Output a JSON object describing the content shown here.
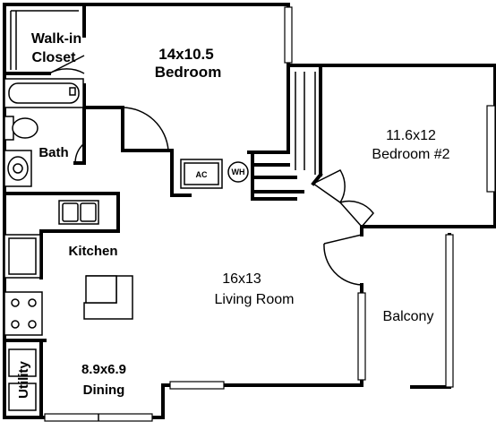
{
  "rooms": {
    "walkin_closet": {
      "line1": "Walk-in",
      "line2": "Closet"
    },
    "bedroom": {
      "dims": "14x10.5",
      "name": "Bedroom"
    },
    "bedroom2": {
      "dims": "11.6x12",
      "name": "Bedroom #2"
    },
    "bath": {
      "name": "Bath"
    },
    "kitchen": {
      "name": "Kitchen"
    },
    "living": {
      "dims": "16x13",
      "name": "Living Room"
    },
    "balcony": {
      "name": "Balcony"
    },
    "dining": {
      "dims": "8.9x6.9",
      "name": "Dining"
    },
    "utility": {
      "name": "Utility"
    }
  },
  "fixtures": {
    "ac": "AC",
    "water_heater": "WH"
  }
}
